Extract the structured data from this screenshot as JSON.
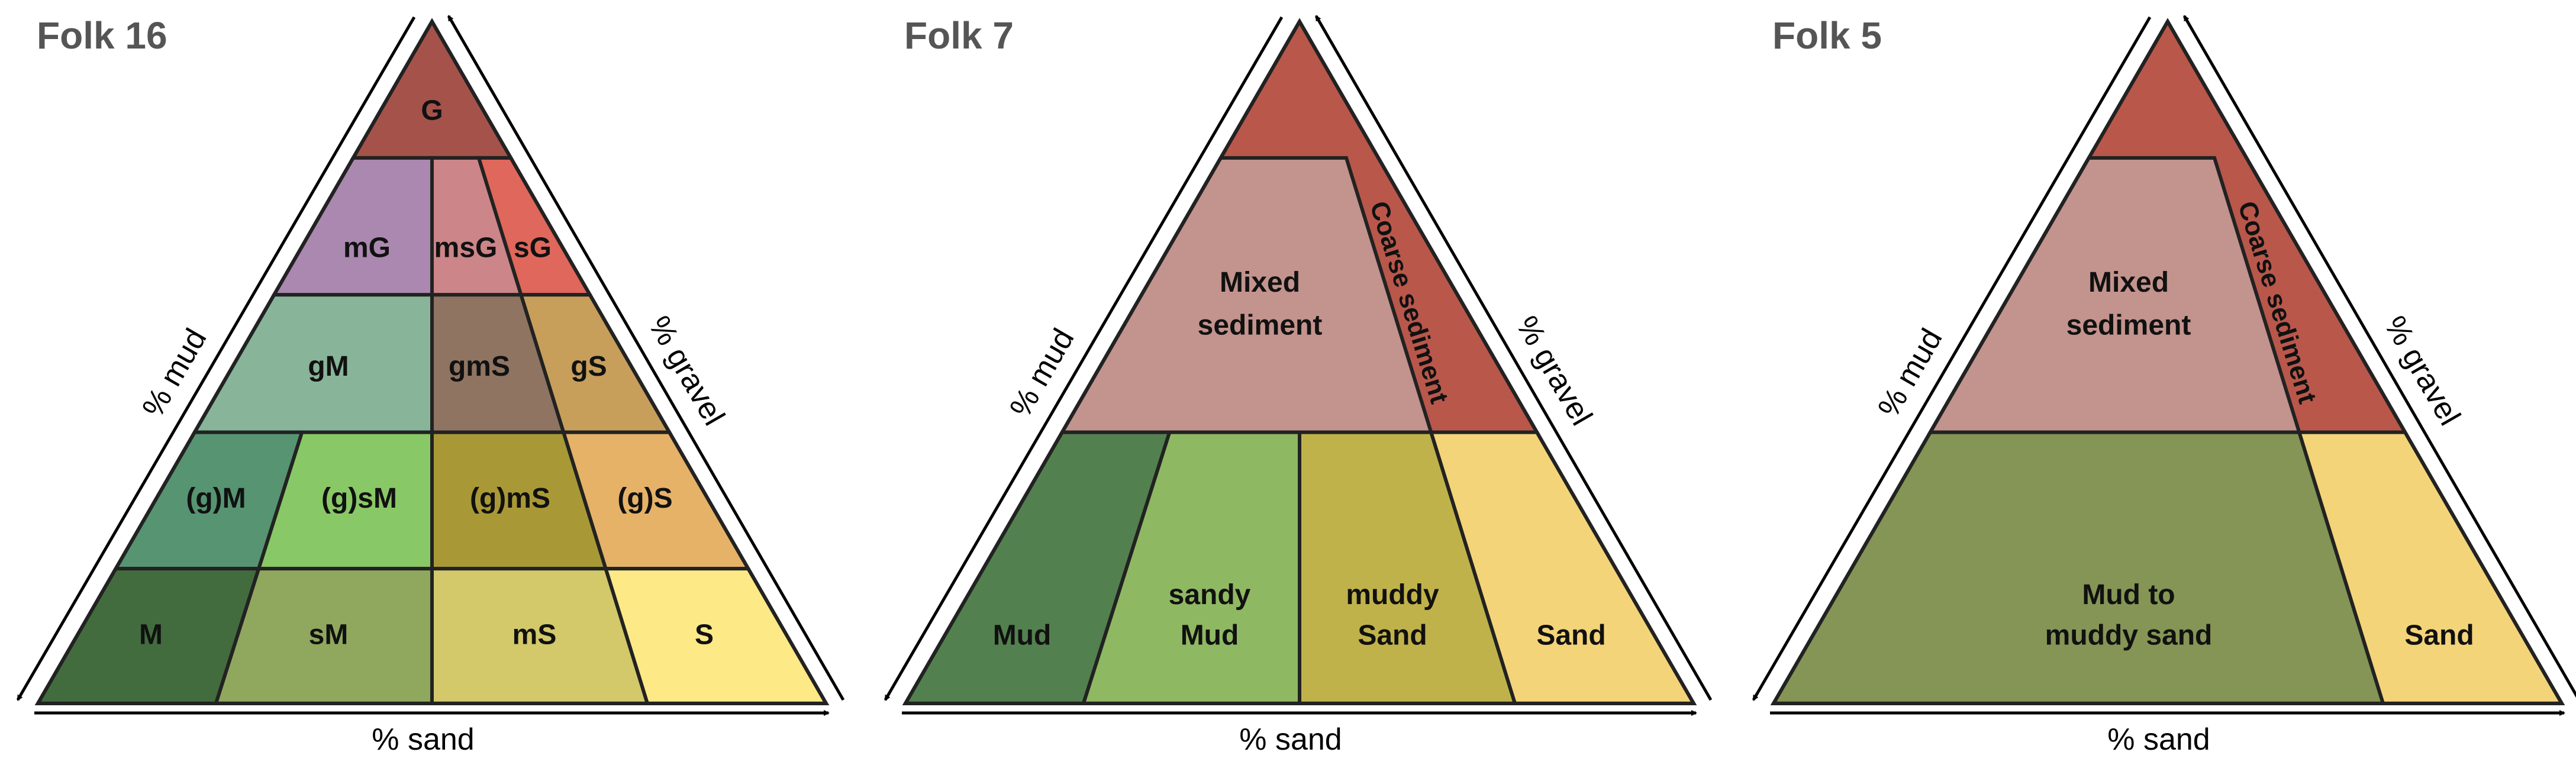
{
  "panels": [
    {
      "title": "Folk 16",
      "axes": {
        "mud": "% mud",
        "gravel": "% gravel",
        "sand": "% sand"
      },
      "regions": [
        {
          "code": "G",
          "lines": [
            "G"
          ],
          "color": "#a5524b"
        },
        {
          "code": "mG",
          "lines": [
            "mG"
          ],
          "color": "#ab88b0"
        },
        {
          "code": "msG",
          "lines": [
            "msG"
          ],
          "color": "#cc8588"
        },
        {
          "code": "sG",
          "lines": [
            "sG"
          ],
          "color": "#e0675b"
        },
        {
          "code": "gM",
          "lines": [
            "gM"
          ],
          "color": "#88b49a"
        },
        {
          "code": "gmS",
          "lines": [
            "gmS"
          ],
          "color": "#8f7462"
        },
        {
          "code": "gS",
          "lines": [
            "gS"
          ],
          "color": "#c79f5b"
        },
        {
          "code": "(g)M",
          "lines": [
            "(g)M"
          ],
          "color": "#569472"
        },
        {
          "code": "(g)sM",
          "lines": [
            "(g)sM"
          ],
          "color": "#89c866"
        },
        {
          "code": "(g)mS",
          "lines": [
            "(g)mS"
          ],
          "color": "#a99936"
        },
        {
          "code": "(g)S",
          "lines": [
            "(g)S"
          ],
          "color": "#e6b268"
        },
        {
          "code": "M",
          "lines": [
            "M"
          ],
          "color": "#426c3e"
        },
        {
          "code": "sM",
          "lines": [
            "sM"
          ],
          "color": "#8fa85e"
        },
        {
          "code": "mS",
          "lines": [
            "mS"
          ],
          "color": "#d3c86a"
        },
        {
          "code": "S",
          "lines": [
            "S"
          ],
          "color": "#fde986"
        }
      ]
    },
    {
      "title": "Folk 7",
      "axes": {
        "mud": "% mud",
        "gravel": "% gravel",
        "sand": "% sand"
      },
      "regions": [
        {
          "code": "coarse",
          "lines": [
            "Coarse sediment"
          ],
          "color": "#b9574b"
        },
        {
          "code": "mixed",
          "lines": [
            "Mixed",
            "sediment"
          ],
          "color": "#c3938d"
        },
        {
          "code": "mud",
          "lines": [
            "Mud"
          ],
          "color": "#53804f"
        },
        {
          "code": "sandy-mud",
          "lines": [
            "sandy",
            "Mud"
          ],
          "color": "#8fb862"
        },
        {
          "code": "muddy-sand",
          "lines": [
            "muddy",
            "Sand"
          ],
          "color": "#c0b24a"
        },
        {
          "code": "sand",
          "lines": [
            "Sand"
          ],
          "color": "#f4d479"
        }
      ]
    },
    {
      "title": "Folk 5",
      "axes": {
        "mud": "% mud",
        "gravel": "% gravel",
        "sand": "% sand"
      },
      "regions": [
        {
          "code": "coarse",
          "lines": [
            "Coarse sediment"
          ],
          "color": "#b9574b"
        },
        {
          "code": "mixed",
          "lines": [
            "Mixed",
            "sediment"
          ],
          "color": "#c3938d"
        },
        {
          "code": "mud-to-muddy-sand",
          "lines": [
            "Mud to",
            "muddy sand"
          ],
          "color": "#849555"
        },
        {
          "code": "sand",
          "lines": [
            "Sand"
          ],
          "color": "#f4d479"
        }
      ]
    }
  ]
}
